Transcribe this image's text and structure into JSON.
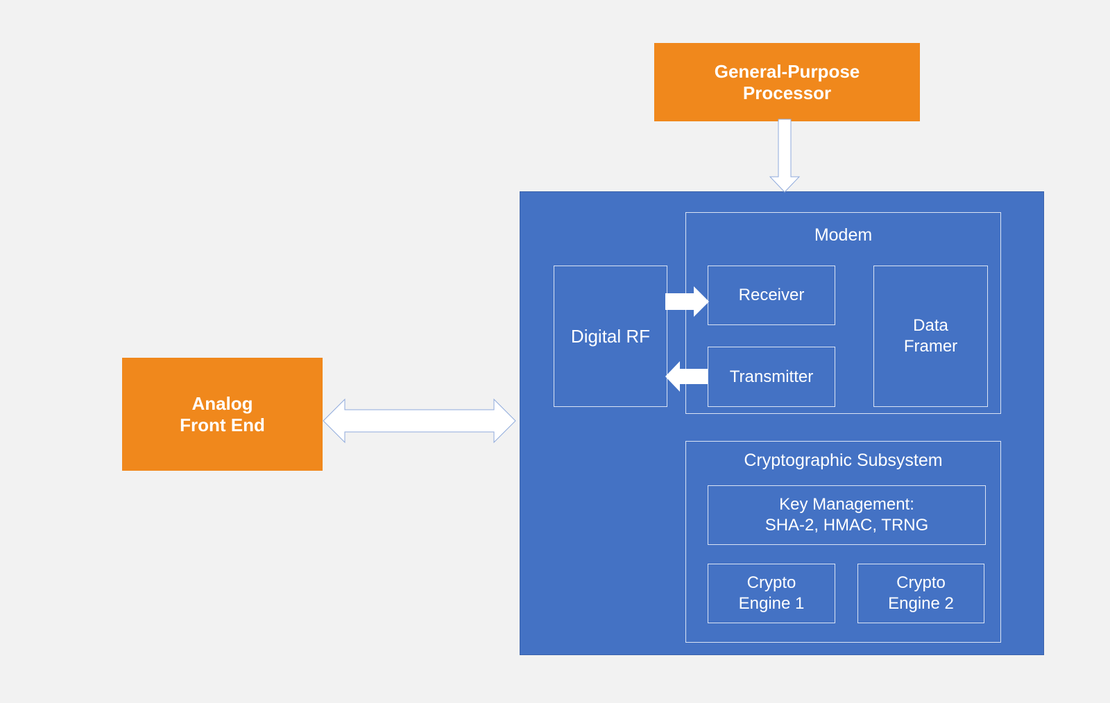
{
  "processor": {
    "label": "General-Purpose\nProcessor"
  },
  "analog": {
    "label": "Analog\nFront End"
  },
  "soc": {
    "digital_rf": "Digital RF",
    "modem": {
      "title": "Modem",
      "receiver": "Receiver",
      "transmitter": "Transmitter",
      "data_framer": "Data\nFramer"
    },
    "crypto": {
      "title": "Cryptographic Subsystem",
      "key_management": "Key Management:\nSHA-2, HMAC, TRNG",
      "engine1": "Crypto\nEngine 1",
      "engine2": "Crypto\nEngine 2"
    }
  },
  "colors": {
    "background": "#f2f2f2",
    "orange": "#f0881c",
    "blue": "#4472c4",
    "border": "#dbe4f4"
  }
}
